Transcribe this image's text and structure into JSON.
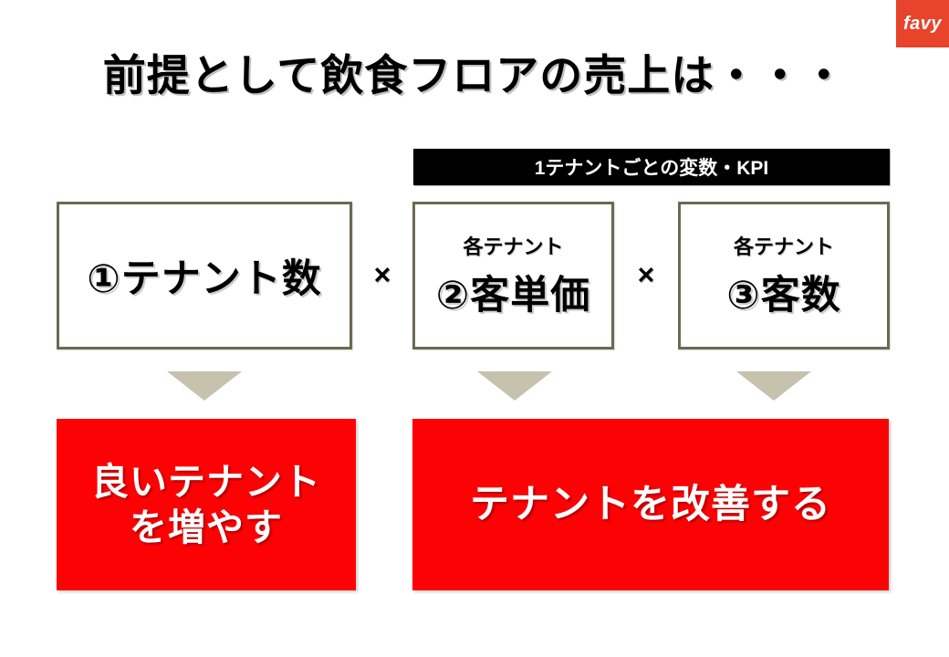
{
  "logo": {
    "text": "favy"
  },
  "title": {
    "text": "前提として飲食フロアの売上は・・・"
  },
  "kpi_banner": {
    "text": "1テナントごとの変数・KPI"
  },
  "factors": [
    {
      "sublabel": "",
      "label": "①テナント数"
    },
    {
      "sublabel": "各テナント",
      "label": "②客単価"
    },
    {
      "sublabel": "各テナント",
      "label": "③客数"
    }
  ],
  "operators": {
    "multiply": "×"
  },
  "actions": [
    {
      "line1": "良いテナント",
      "line2": "を増やす"
    },
    {
      "line1": "テナントを改善する"
    }
  ],
  "colors": {
    "action_bg": "#fc0204",
    "box_border": "#6b6a52",
    "arrow": "#c6c2ae",
    "banner_bg": "#000000",
    "logo_bg": "#e8432b"
  }
}
